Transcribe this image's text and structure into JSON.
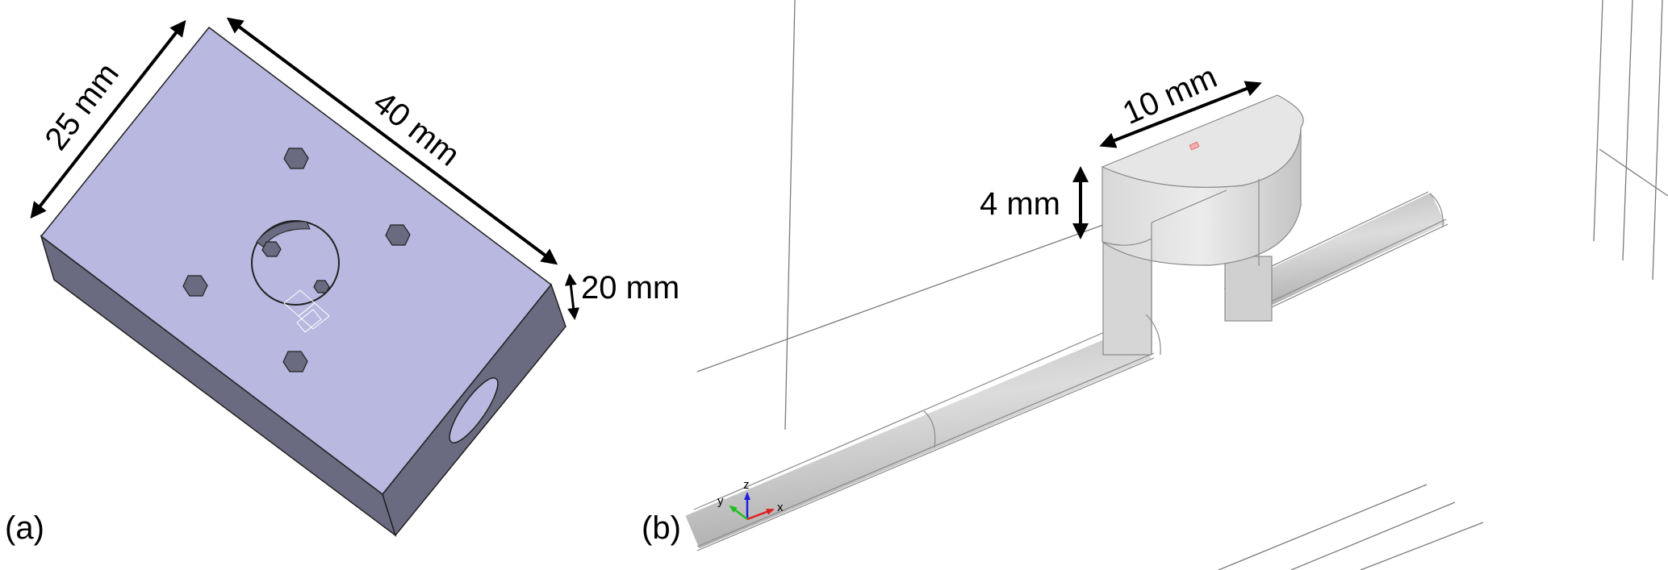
{
  "panel_a": {
    "label": "(a)",
    "dimensions": {
      "width": "25 mm",
      "length": "40 mm",
      "height": "20 mm"
    },
    "colors": {
      "top": "#b8b8e0",
      "side": "#6a6a80"
    }
  },
  "panel_b": {
    "label": "(b)",
    "dimensions": {
      "width": "10 mm",
      "height": "4 mm"
    },
    "axes": {
      "x": "x",
      "y": "y",
      "z": "z"
    },
    "colors": {
      "x_axis": "#e02020",
      "y_axis": "#20c020",
      "z_axis": "#2020e0",
      "body": "#d4d4d4"
    }
  }
}
